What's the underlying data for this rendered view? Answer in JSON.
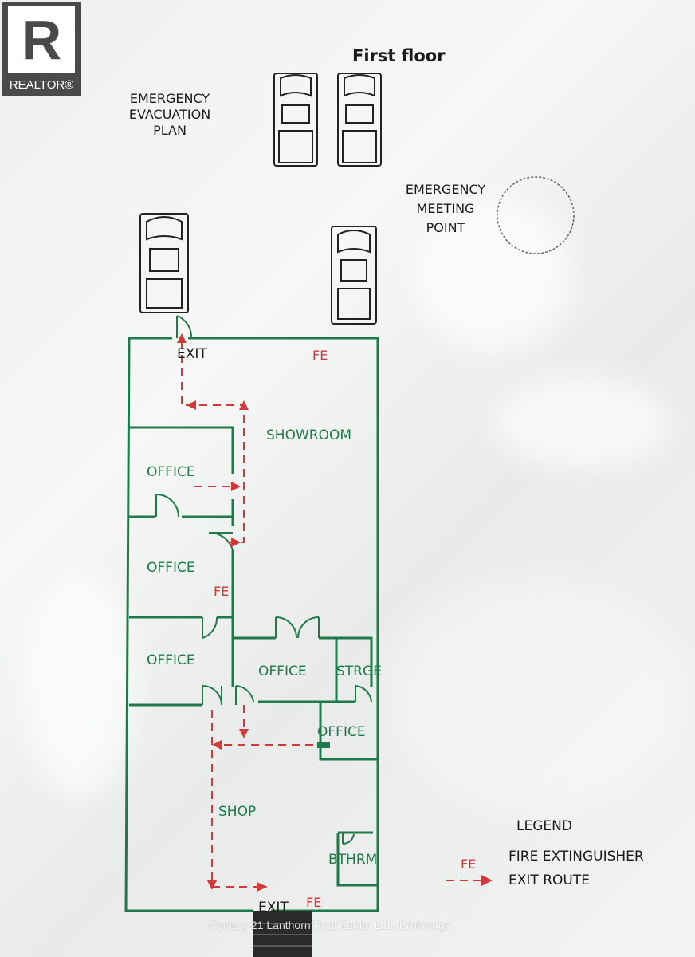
{
  "logo": {
    "text": "REALTOR",
    "reg": "®"
  },
  "title": "First floor",
  "plan_title": [
    "EMERGENCY",
    "EVACUATION",
    "PLAN"
  ],
  "meeting_point": [
    "EMERGENCY",
    "MEETING",
    "POINT"
  ],
  "rooms": {
    "showroom": "SHOWROOM",
    "office1": "OFFICE",
    "office2": "OFFICE",
    "office3": "OFFICE",
    "office4": "OFFICE",
    "office5": "OFFICE",
    "storage": "STRGE",
    "shop": "SHOP",
    "bathroom": "BTHRM"
  },
  "markers": {
    "exit": "EXIT",
    "fe": "FE"
  },
  "legend": {
    "title": "LEGEND",
    "fe_symbol": "FE",
    "fire_extinguisher": "FIRE EXTINGUISHER",
    "exit_route": "EXIT ROUTE"
  },
  "watermark": "Century 21 Lanthorn Real Estate Ltd., Brokerage",
  "colors": {
    "walls": "#1f7a4a",
    "route": "#d23a3a",
    "ink": "#1a1a1a"
  }
}
